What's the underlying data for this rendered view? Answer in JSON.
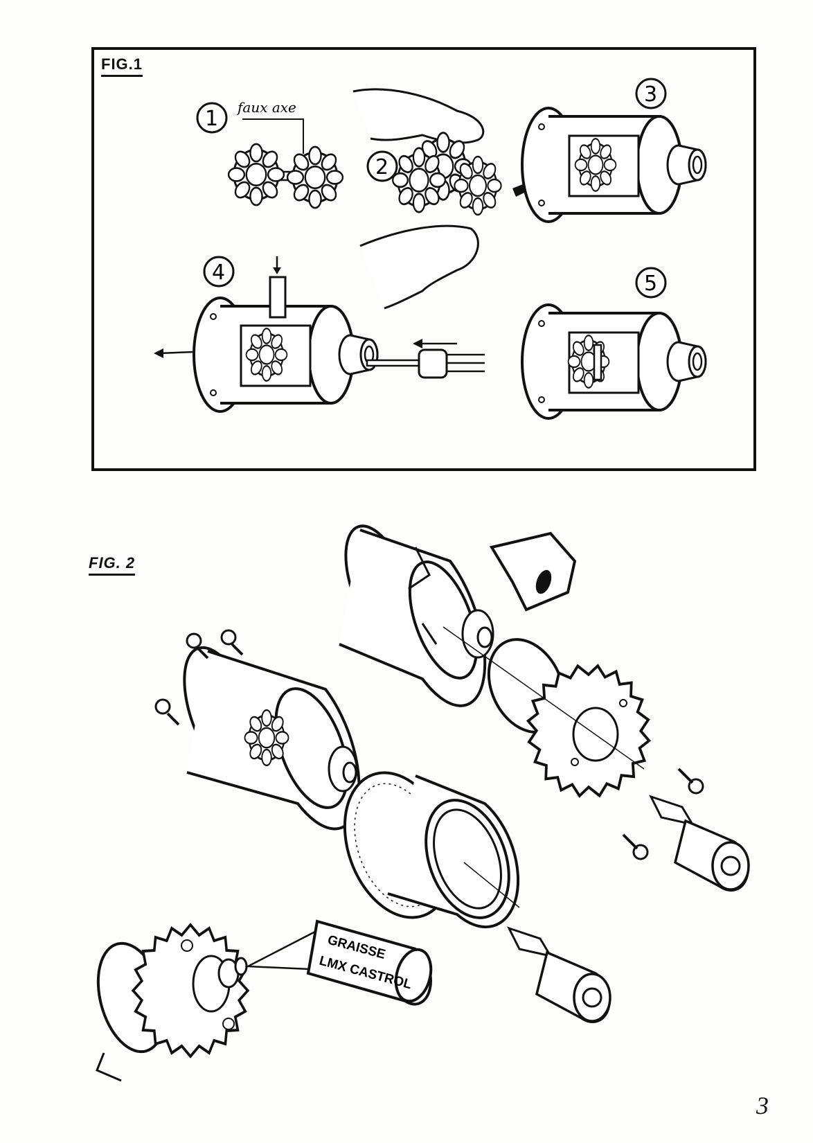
{
  "fig1": {
    "label": "FIG.1",
    "callout": "faux axe",
    "steps": [
      "1",
      "2",
      "3",
      "4",
      "5"
    ]
  },
  "fig2": {
    "label": "FIG. 2",
    "tube_line1": "GRAISSE",
    "tube_line2": "LMX CASTROL"
  },
  "page_number": "3"
}
